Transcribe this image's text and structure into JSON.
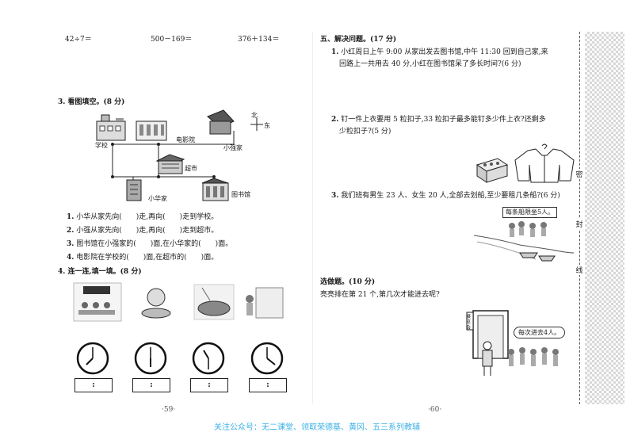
{
  "left": {
    "calcs": [
      "42÷7＝",
      "500－169＝",
      "376＋134＝"
    ],
    "q3": {
      "title": "3. 看图填空。(8 分)",
      "map_labels": {
        "school": "学校",
        "cinema": "电影院",
        "xiaozhang": "小强家",
        "supermarket": "超市",
        "xiaohua": "小华家",
        "library": "图书馆",
        "north": "北",
        "east": "东"
      },
      "items": [
        {
          "num": "1.",
          "text": "小华从家先向(　　)走,再向(　　)走到学校。"
        },
        {
          "num": "2.",
          "text": "小强从家先向(　　)走,再向(　　)走到超市。"
        },
        {
          "num": "3.",
          "text": "图书馆在小强家的(　　)面,在小华家的(　　)面。"
        },
        {
          "num": "4.",
          "text": "电影院在学校的(　　)面,在超市的(　　)面。"
        }
      ]
    },
    "q4": {
      "title": "4. 连一连,填一填。(8 分)",
      "box_text": ":"
    },
    "page_number": "·59·"
  },
  "right": {
    "section5_title": "五、解决问题。(17 分)",
    "problems": [
      {
        "num": "1.",
        "lines": [
          "小红周日上午 9:00 从家出发去图书馆,中午 11:30 回到自己家,来",
          "回路上一共用去 40 分,小红在图书馆呆了多长时间?(6 分)"
        ]
      },
      {
        "num": "2.",
        "lines": [
          "钉一件上衣要用 5 粒扣子,33 粒扣子最多能钉多少件上衣?还剩多",
          "少粒扣子?(5 分)"
        ]
      },
      {
        "num": "3.",
        "lines": [
          "我们班有男生 23 人、女生 20 人,全部去划船,至少要租几条船?(6 分)"
        ]
      }
    ],
    "boat_sign": "每条船限坐5人。",
    "optional_title": "选做题。(10 分)",
    "optional_text": "亮亮排在第 21 个,第几次才能进去呢?",
    "door_sign": "每次进去4人。",
    "door_plate": "展览会",
    "seal": [
      "密",
      "封",
      "线"
    ],
    "page_number": "·60·"
  },
  "footer": "关注公众号：无二课堂、领取荣德基、黄冈、五三系列教辅",
  "colors": {
    "footer": "#3ab0e6"
  }
}
